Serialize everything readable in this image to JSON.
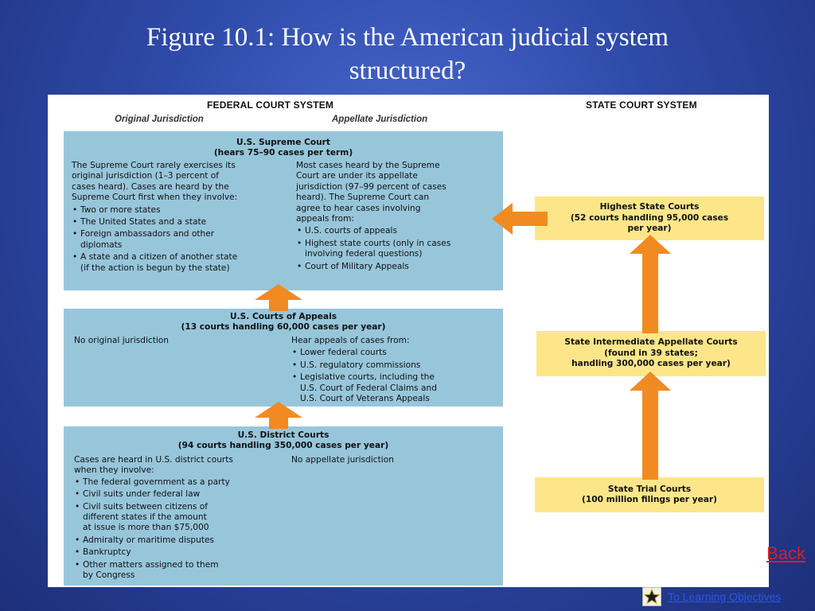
{
  "title": {
    "line1": "Figure 10.1: How is the American judicial system",
    "line2": "structured?"
  },
  "federal": {
    "heading": "FEDERAL COURT SYSTEM",
    "original_heading": "Original Jurisdiction",
    "appellate_heading": "Appellate Jurisdiction",
    "supreme": {
      "title": "U.S. Supreme Court",
      "subtitle": "(hears 75–90 cases per term)",
      "original_intro": [
        "The Supreme Court rarely exercises its",
        "original jurisdiction (1–3 percent of",
        "cases heard). Cases are heard by the",
        "Supreme Court first when they involve:"
      ],
      "original_items": [
        [
          "Two or more states"
        ],
        [
          "The United States and a state"
        ],
        [
          "Foreign ambassadors and other",
          "diplomats"
        ],
        [
          "A state and a citizen of another state",
          "(if the action is begun by the state)"
        ]
      ],
      "appellate_intro": [
        "Most cases heard by the Supreme",
        "Court are under its appellate",
        "jurisdiction (97–99 percent of cases",
        "heard). The Supreme Court can",
        "agree to hear cases involving",
        "appeals from:"
      ],
      "appellate_items": [
        [
          "U.S. courts of appeals"
        ],
        [
          "Highest state courts (only in cases",
          "involving federal questions)"
        ],
        [
          "Court of Military Appeals"
        ]
      ]
    },
    "appeals": {
      "title": "U.S. Courts of Appeals",
      "subtitle": "(13 courts handling 60,000 cases per year)",
      "original_text": "No original jurisdiction",
      "appellate_intro": "Hear appeals of cases from:",
      "appellate_items": [
        [
          "Lower federal courts"
        ],
        [
          "U.S. regulatory commissions"
        ],
        [
          "Legislative courts, including the",
          "U.S. Court of Federal Claims and",
          "U.S. Court of Veterans Appeals"
        ]
      ]
    },
    "district": {
      "title": "U.S. District Courts",
      "subtitle": "(94 courts handling 350,000 cases per year)",
      "original_intro": [
        "Cases are heard in U.S. district courts",
        "when they involve:"
      ],
      "original_items": [
        [
          "The federal government as a party"
        ],
        [
          "Civil suits under federal law"
        ],
        [
          "Civil suits between citizens of",
          "different states if the amount",
          "at issue is more than $75,000"
        ],
        [
          "Admiralty or maritime disputes"
        ],
        [
          "Bankruptcy"
        ],
        [
          "Other matters assigned to them",
          "by Congress"
        ]
      ],
      "appellate_text": "No appellate jurisdiction"
    }
  },
  "state": {
    "heading": "STATE COURT SYSTEM",
    "highest": [
      "Highest State Courts",
      "(52 courts handling 95,000 cases",
      "per year)"
    ],
    "intermediate": [
      "State Intermediate Appellate Courts",
      "(found in 39 states;",
      "handling 300,000 cases per year)"
    ],
    "trial": [
      "State Trial Courts",
      "(100 million filings per year)"
    ]
  },
  "nav": {
    "back": "Back",
    "objectives": "To Learning Objectives",
    "star_icon": "star-icon"
  },
  "colors": {
    "federal_box": "#97c6db",
    "state_box": "#fde68a",
    "arrow": "#f28a22",
    "back_link": "#d4202a",
    "objectives_link": "#2a56e8"
  }
}
